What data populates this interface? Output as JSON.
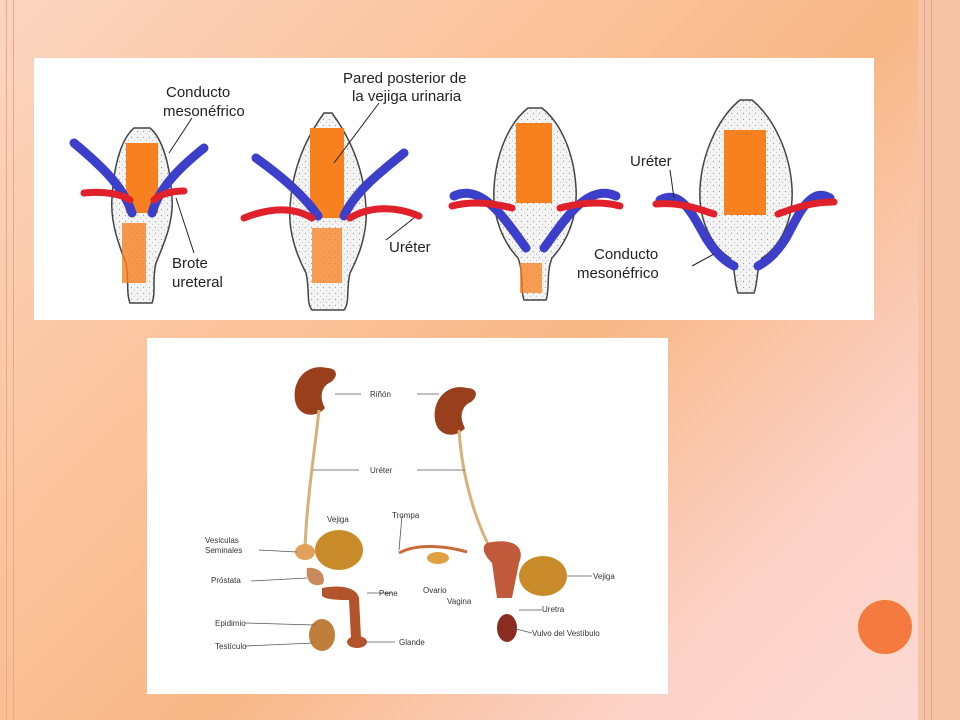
{
  "top_diagram": {
    "labels": {
      "conducto_mesonefrico_1": "Conducto",
      "conducto_mesonefrico_2": "mesonéfrico",
      "pared_1": "Pared posterior de",
      "pared_2": "la vejiga urinaria",
      "brote_1": "Brote",
      "brote_2": "ureteral",
      "ureter_a": "Uréter",
      "ureter_b": "Uréter",
      "conducto2_1": "Conducto",
      "conducto2_2": "mesonéfrico"
    }
  },
  "bottom_diagram": {
    "labels": {
      "rinon": "Riñón",
      "ureter": "Uréter",
      "trompa": "Trompa",
      "vejiga_m": "Vejiga",
      "vesiculas_1": "Vesiculas",
      "vesiculas_2": "Seminales",
      "prostata": "Próstata",
      "pene": "Pene",
      "ovario": "Ovario",
      "vagina": "Vagina",
      "vejiga_f": "Vejiga",
      "uretra": "Uretra",
      "epidimio": "Epidimio",
      "testiculo": "Testículo",
      "glande": "Glande",
      "vulvo": "Vulvo del Vestíbulo"
    }
  },
  "colors": {
    "orange_fill": "#f8801e",
    "blue_duct": "#3b3fc9",
    "red_bud": "#e0202a",
    "kidney": "#9a3f1c",
    "accent_dot": "#f47a3f"
  }
}
